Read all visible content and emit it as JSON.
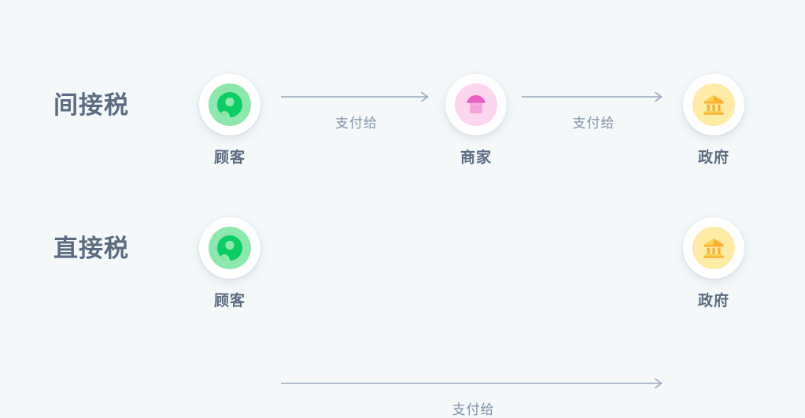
{
  "theme": {
    "background": "#f4f8f9",
    "title_color": "#5c6b80",
    "label_color": "#5c6b80",
    "arrow_color": "#9aa8bd",
    "arrow_label_color": "#8392a8",
    "customer_disc": "#8ee8ad",
    "customer_glyph": "#0ccd63",
    "merchant_disc": "#fbd6ee",
    "merchant_glyph": "#e95fc4",
    "merchant_glyph_light": "#f6a3dc",
    "government_disc": "#fdeba6",
    "government_glyph": "#f9b233",
    "government_glyph_light": "#fcd14f"
  },
  "rows": [
    {
      "title": "间接税",
      "nodes": [
        {
          "label": "顾客",
          "icon": "customer-avatar-icon"
        },
        {
          "label": "商家",
          "icon": "storefront-icon"
        },
        {
          "label": "政府",
          "icon": "government-bank-icon"
        }
      ],
      "arrows": [
        {
          "label": "支付给",
          "from": "顾客",
          "to": "商家"
        },
        {
          "label": "支付给",
          "from": "商家",
          "to": "政府"
        }
      ]
    },
    {
      "title": "直接税",
      "nodes": [
        {
          "label": "顾客",
          "icon": "customer-avatar-icon"
        },
        {
          "label": "政府",
          "icon": "government-bank-icon"
        }
      ],
      "arrows": [
        {
          "label": "支付给",
          "from": "顾客",
          "to": "政府"
        }
      ]
    }
  ]
}
